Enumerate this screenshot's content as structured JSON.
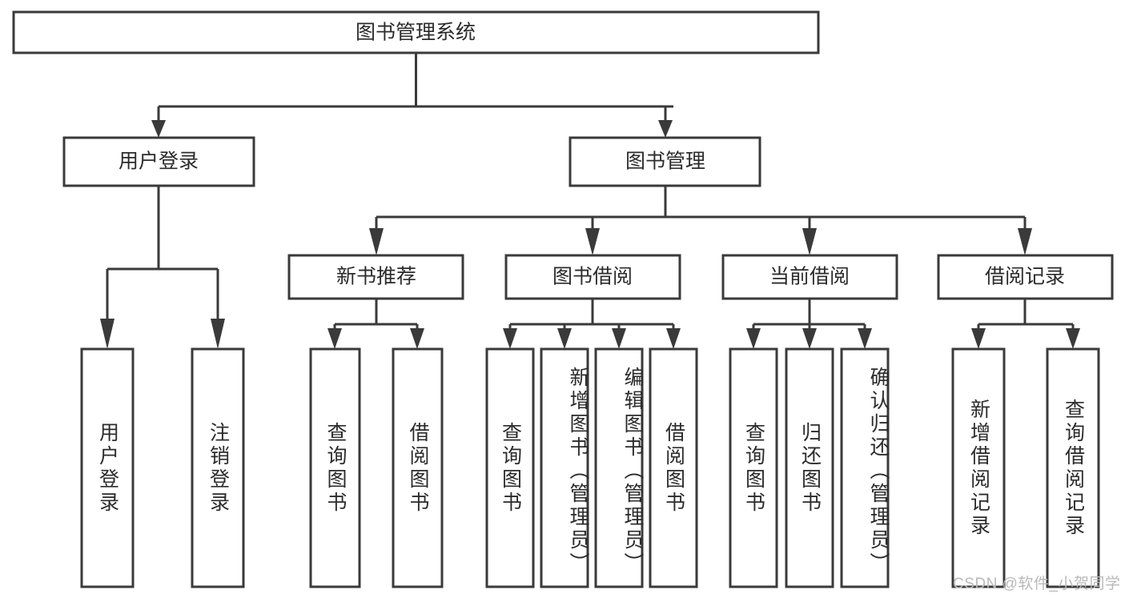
{
  "diagram": {
    "type": "hierarchy-tree",
    "title": "图书管理系统",
    "watermark": "CSDN @软件_小贺同学",
    "colors": {
      "stroke": "#3a3a3a",
      "fill": "#ffffff",
      "text": "#2b2b2b",
      "watermark": "#b9b9b9",
      "background": "#ffffff"
    },
    "root": {
      "label": "图书管理系统"
    },
    "level2": [
      {
        "label": "用户登录"
      },
      {
        "label": "图书管理"
      }
    ],
    "level3": [
      {
        "label": "新书推荐"
      },
      {
        "label": "图书借阅"
      },
      {
        "label": "当前借阅"
      },
      {
        "label": "借阅记录"
      }
    ],
    "leaves": {
      "user_login": [
        {
          "label": "用户登录"
        },
        {
          "label": "注销登录"
        }
      ],
      "new_book_recommend": [
        {
          "label": "查询图书"
        },
        {
          "label": "借阅图书"
        }
      ],
      "book_borrow": [
        {
          "label": "查询图书"
        },
        {
          "label": "新增图书（管理员）"
        },
        {
          "label": "编辑图书（管理员）"
        },
        {
          "label": "借阅图书"
        }
      ],
      "current_borrow": [
        {
          "label": "查询图书"
        },
        {
          "label": "归还图书"
        },
        {
          "label": "确认归还（管理员）"
        }
      ],
      "borrow_record": [
        {
          "label": "新增借阅记录"
        },
        {
          "label": "查询借阅记录"
        }
      ]
    },
    "edges": [
      {
        "from": "图书管理系统",
        "to": "用户登录"
      },
      {
        "from": "图书管理系统",
        "to": "图书管理"
      },
      {
        "from": "用户登录",
        "to": "用户登录"
      },
      {
        "from": "用户登录",
        "to": "注销登录"
      },
      {
        "from": "图书管理",
        "to": "新书推荐"
      },
      {
        "from": "图书管理",
        "to": "图书借阅"
      },
      {
        "from": "图书管理",
        "to": "当前借阅"
      },
      {
        "from": "图书管理",
        "to": "借阅记录"
      },
      {
        "from": "新书推荐",
        "to": "查询图书"
      },
      {
        "from": "新书推荐",
        "to": "借阅图书"
      },
      {
        "from": "图书借阅",
        "to": "查询图书"
      },
      {
        "from": "图书借阅",
        "to": "新增图书（管理员）"
      },
      {
        "from": "图书借阅",
        "to": "编辑图书（管理员）"
      },
      {
        "from": "图书借阅",
        "to": "借阅图书"
      },
      {
        "from": "当前借阅",
        "to": "查询图书"
      },
      {
        "from": "当前借阅",
        "to": "归还图书"
      },
      {
        "from": "当前借阅",
        "to": "确认归还（管理员）"
      },
      {
        "from": "借阅记录",
        "to": "新增借阅记录"
      },
      {
        "from": "借阅记录",
        "to": "查询借阅记录"
      }
    ]
  }
}
